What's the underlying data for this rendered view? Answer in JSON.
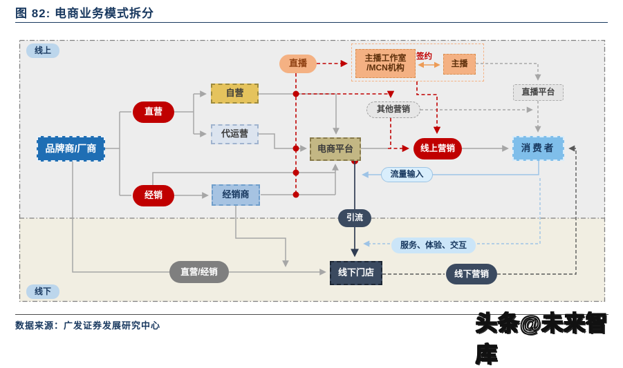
{
  "figure": {
    "title": "图 82: 电商业务模式拆分"
  },
  "regions": {
    "online_label": "线上",
    "offline_label": "线下"
  },
  "nodes": {
    "brand": "品牌商/厂商",
    "direct_ops": "直营",
    "distribution": "经销",
    "self_operated": "自营",
    "agency_ops": "代运营",
    "distributor": "经销商",
    "ecommerce_platform": "电商平台",
    "livestream": "直播",
    "mcn": "主播工作室\n/MCN机构",
    "sign_contract": "签约",
    "streamer": "主播",
    "other_marketing": "其他营销",
    "livestream_platform": "直播平台",
    "online_marketing": "线上营销",
    "consumer": "消费者",
    "traffic_input": "流量输入",
    "traffic_diversion": "引流",
    "service_experience": "服务、体验、交互",
    "direct_or_distribution": "直营/经销",
    "offline_store": "线下门店",
    "offline_marketing": "线下营销"
  },
  "footer": {
    "source": "数据来源：广发证券发展研究中心",
    "watermark": "头条@未来智库"
  },
  "colors": {
    "accent_red": "#C00000",
    "brand_blue": "#1F6EB4",
    "navy": "#3B4A60",
    "orange": "#F4B183",
    "gold": "#E5C35D",
    "tan": "#C3B784",
    "sky_blue": "#7FBEEA",
    "light_blue_line": "#9DC3E6",
    "gray_line": "#A6A6A6",
    "online_region_bg": "#EDEDED",
    "offline_region_bg": "#F1EEE2"
  }
}
